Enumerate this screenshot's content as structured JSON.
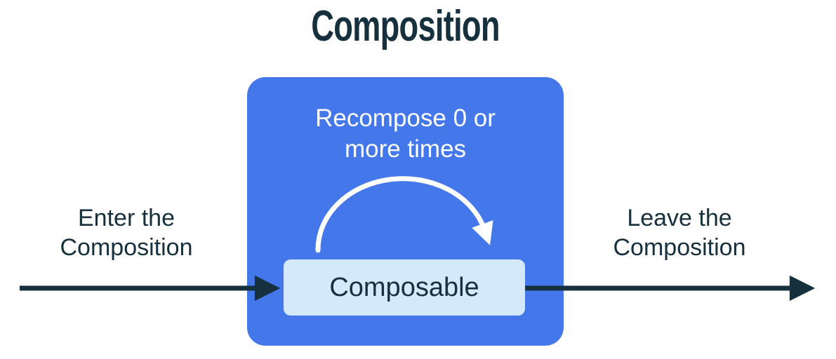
{
  "title": "Composition",
  "colors": {
    "background": "#FFFFFF",
    "primary_blue": "#4377EA",
    "light_blue": "#D4EAFB",
    "dark_navy": "#16303E",
    "arc_white": "#FFFFFF"
  },
  "composition_box": {
    "recompose_label": "Recompose 0 or\nmore times",
    "composable_label": "Composable"
  },
  "enter_label": "Enter the\nComposition",
  "leave_label": "Leave the\nComposition"
}
